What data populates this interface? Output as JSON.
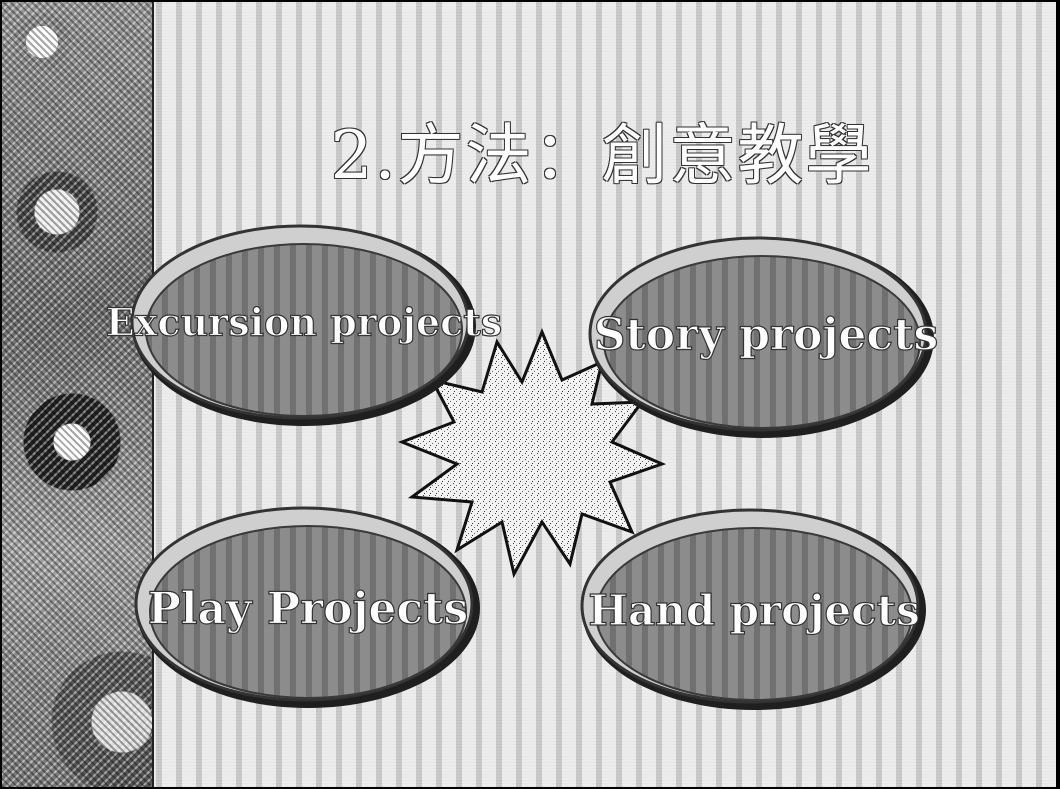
{
  "title": "2.方法：創意教學",
  "diagram": {
    "center": "starburst",
    "nodes": [
      {
        "id": "excursion",
        "label": "Excursion projects"
      },
      {
        "id": "story",
        "label": "Story projects"
      },
      {
        "id": "play",
        "label": "Play Projects"
      },
      {
        "id": "hand",
        "label": "Hand projects"
      }
    ]
  },
  "colors": {
    "ellipse_fill": "#8c8c8c",
    "ellipse_rim": "#2b2b2b",
    "starburst_fill": "#e6e6e6",
    "title_text": "#ffffff"
  }
}
